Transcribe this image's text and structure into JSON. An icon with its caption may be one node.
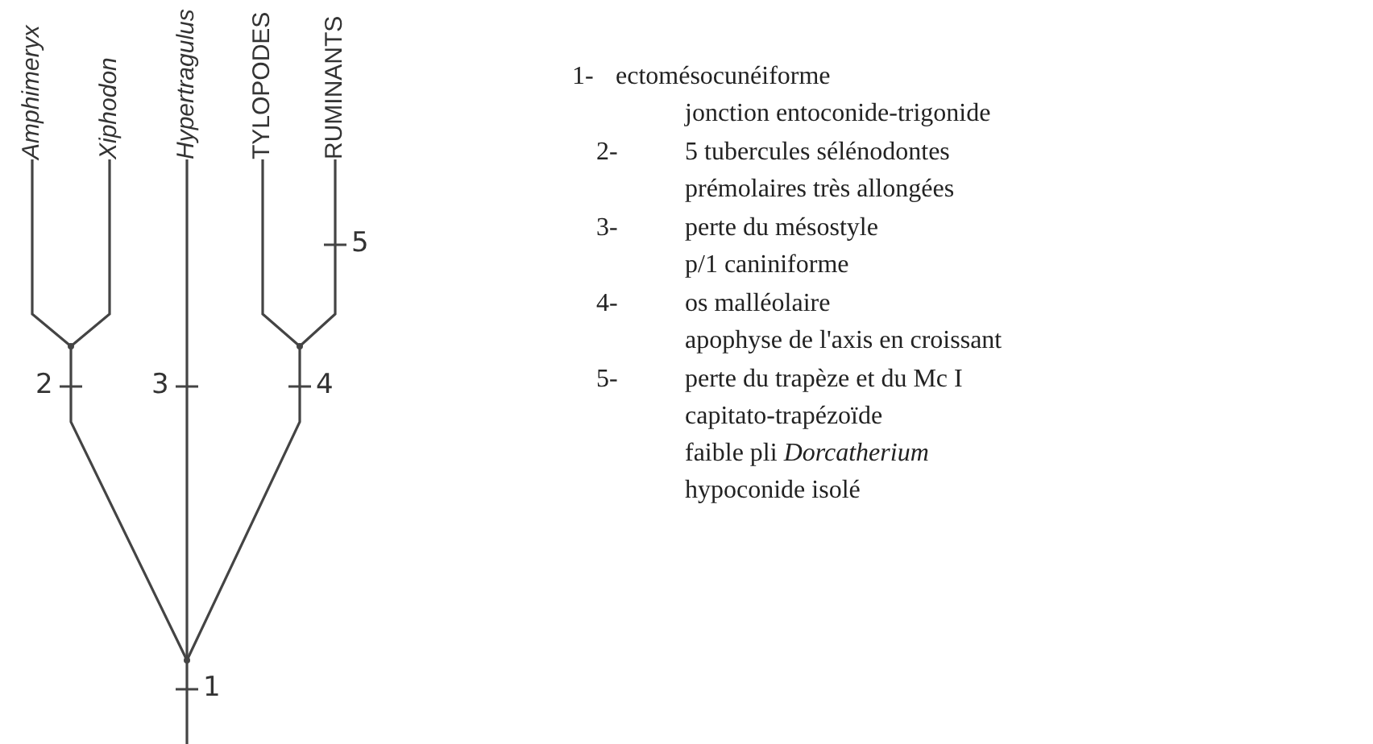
{
  "diagram": {
    "nodes": [
      {
        "text": [
          "Amphimeryx"
        ]
      },
      {
        "text": [
          "Xiphodon"
        ]
      },
      {
        "text": [
          "Hypertragulus"
        ]
      },
      {
        "text": [
          "TYLOPODES"
        ]
      },
      {
        "text": [
          "RUMINANTS"
        ]
      },
      {
        "text": [],
        "shape": "point"
      },
      {
        "text": [],
        "shape": "point"
      },
      {
        "text": [],
        "shape": "point"
      }
    ],
    "edges": [
      {
        "from": null,
        "to": 5,
        "arrow": "none",
        "label": "1"
      },
      {
        "from": 5,
        "to": 6,
        "arrow": "none",
        "label": "2"
      },
      {
        "from": 5,
        "to": 2,
        "arrow": "none",
        "label": "3"
      },
      {
        "from": 5,
        "to": 7,
        "arrow": "none",
        "label": "4"
      },
      {
        "from": 6,
        "to": 0,
        "arrow": "none"
      },
      {
        "from": 6,
        "to": 1,
        "arrow": "none"
      },
      {
        "from": 7,
        "to": 3,
        "arrow": "none"
      },
      {
        "from": 7,
        "to": 4,
        "arrow": "none",
        "label": "5"
      }
    ],
    "labels": [
      "1-",
      "ectomésocunéiforme",
      "jonction entoconide-trigonide",
      "2-",
      "5 tubercules sélénodontes",
      "prémolaires très allongées",
      "3-",
      "perte du mésostyle",
      "p/1 caniniforme",
      "4-",
      "os malléolaire",
      "apophyse de l'axis en croissant",
      "5-",
      "perte du trapèze et du Mc I",
      "capitato-trapézoïde",
      "faible pli *Dorcatherium*",
      "hypoconide isolé"
    ]
  }
}
